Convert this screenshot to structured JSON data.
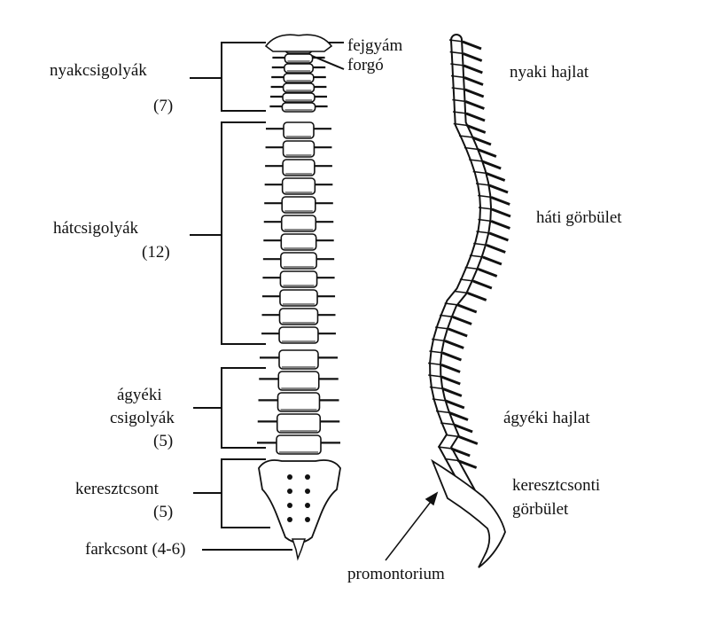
{
  "labels": {
    "cervical": "nyakcsigolyák",
    "cervical_count": "(7)",
    "atlas": "fejgyám",
    "axis": "forgó",
    "thoracic": "hátcsigolyák",
    "thoracic_count": "(12)",
    "lumbar_1": "ágyéki",
    "lumbar_2": "csigolyák",
    "lumbar_count": "(5)",
    "sacrum": "keresztcsont",
    "sacrum_count": "(5)",
    "coccyx": "farkcsont (4-6)",
    "promontorium": "promontorium",
    "cervical_curve": "nyaki  hajlat",
    "thoracic_curve": "háti  görbület",
    "lumbar_curve": "ágyéki  hajlat",
    "sacral_curve_1": "keresztcsonti",
    "sacral_curve_2": "görbület"
  },
  "colors": {
    "ink": "#111111",
    "bone": "#ffffff",
    "background": "#ffffff"
  }
}
